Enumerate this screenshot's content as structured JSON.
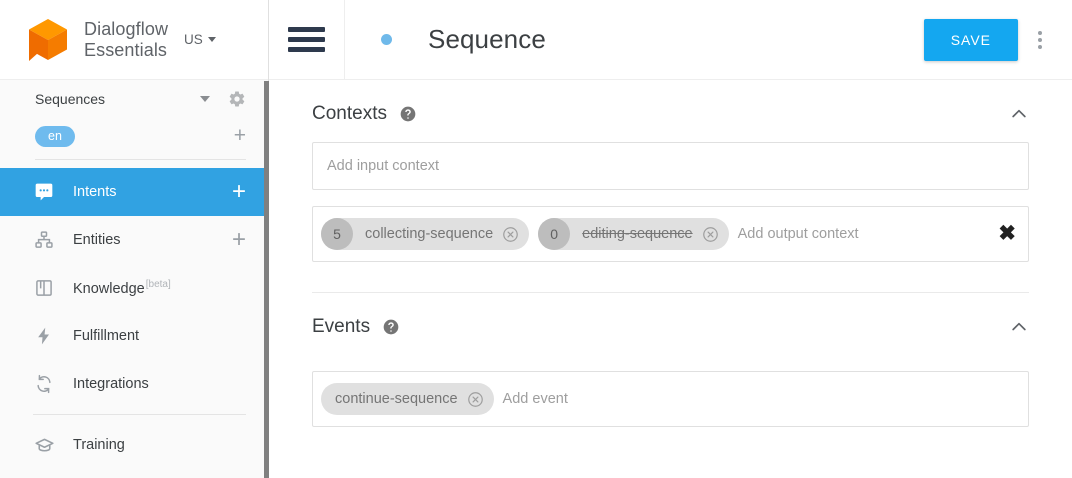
{
  "sidebar": {
    "brand": {
      "logo_icon": "dialogflow-cube-logo",
      "line1": "Dialogflow",
      "line2": "Essentials",
      "region": "US"
    },
    "agent": {
      "name": "Sequences",
      "dropdown_icon": "caret-down-icon",
      "settings_icon": "gear-icon"
    },
    "language": {
      "code": "en",
      "add_icon": "plus-icon"
    },
    "items": [
      {
        "label": "Intents",
        "icon": "chat-bubble-icon",
        "active": true,
        "add": "+"
      },
      {
        "label": "Entities",
        "icon": "entities-icon",
        "active": false,
        "add": "+"
      },
      {
        "label": "Knowledge",
        "icon": "book-icon",
        "active": false,
        "badge": "[beta]"
      },
      {
        "label": "Fulfillment",
        "icon": "lightning-bolt-icon",
        "active": false
      },
      {
        "label": "Integrations",
        "icon": "refresh-arrows-icon",
        "active": false
      },
      {
        "label": "Training",
        "icon": "graduation-cap-icon",
        "active": false
      }
    ]
  },
  "topbar": {
    "menu_icon": "hamburger-menu-icon",
    "status_dot": "blue-dot-indicator",
    "title": "Sequence",
    "save_label": "SAVE",
    "overflow_icon": "kebab-menu-icon"
  },
  "contexts": {
    "title": "Contexts",
    "help_icon": "help-circle-icon",
    "collapse_icon": "chevron-up-icon",
    "input_placeholder": "Add input context",
    "output_placeholder": "Add output context",
    "clear_icon": "close-x-icon",
    "output_chips": [
      {
        "count": "5",
        "label": "collecting-sequence",
        "struck": false,
        "remove_icon": "remove-circle-icon"
      },
      {
        "count": "0",
        "label": "editing-sequence",
        "struck": true,
        "remove_icon": "remove-circle-icon"
      }
    ]
  },
  "events": {
    "title": "Events",
    "help_icon": "help-circle-icon",
    "collapse_icon": "chevron-up-icon",
    "placeholder": "Add event",
    "chips": [
      {
        "label": "continue-sequence",
        "remove_icon": "remove-circle-icon"
      }
    ]
  },
  "colors": {
    "accent_blue": "#31a2e2",
    "save_blue": "#14a7f0",
    "lang_pill_blue": "#6fbbee",
    "logo_orange": "#ef6c00",
    "logo_orange_light": "#ff9800",
    "chip_gray": "#e0e0e0",
    "chip_count_gray": "#bdbdbd"
  }
}
